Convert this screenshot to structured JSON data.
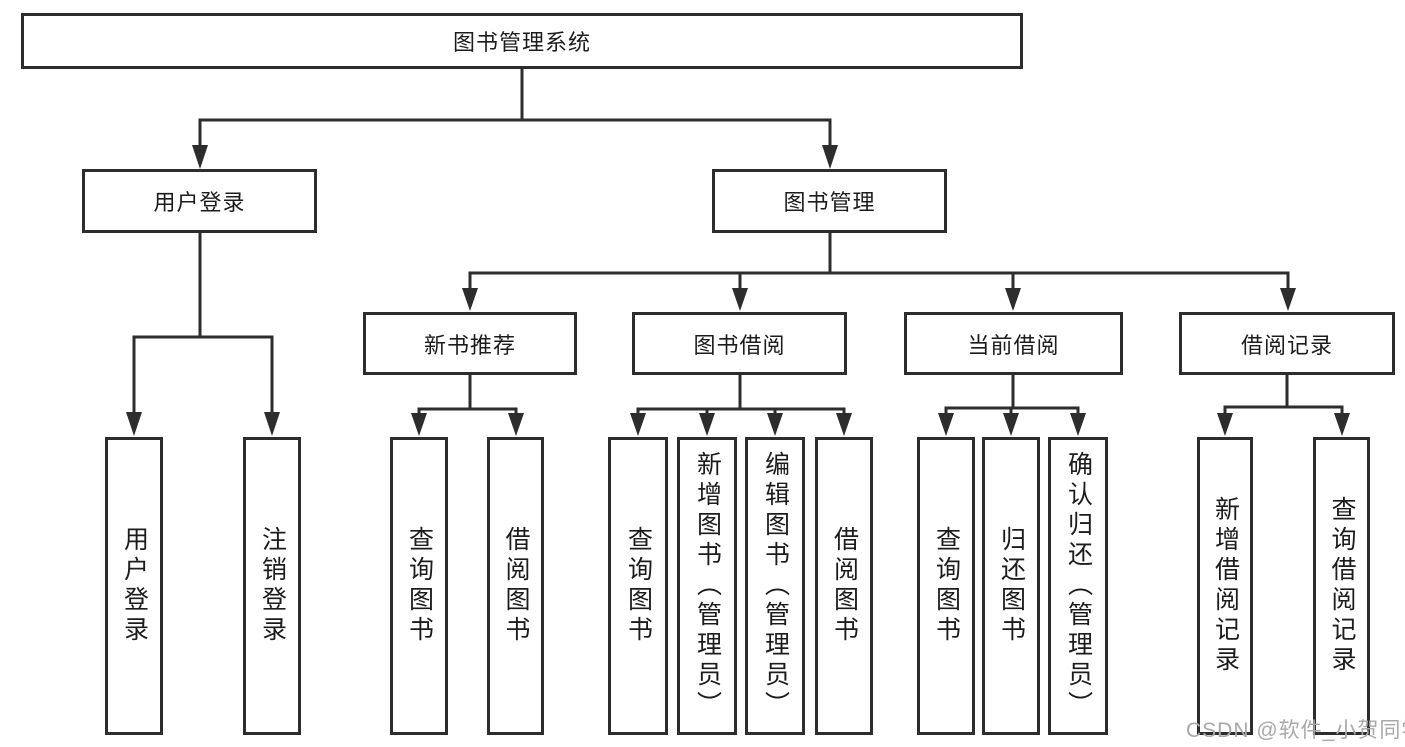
{
  "tree": {
    "root": {
      "label": "图书管理系统"
    },
    "branches": [
      {
        "label": "用户登录",
        "leaves": [
          {
            "label": "用户登录"
          },
          {
            "label": "注销登录"
          }
        ]
      },
      {
        "label": "图书管理",
        "groups": [
          {
            "label": "新书推荐",
            "leaves": [
              {
                "label": "查询图书"
              },
              {
                "label": "借阅图书"
              }
            ]
          },
          {
            "label": "图书借阅",
            "leaves": [
              {
                "label": "查询图书"
              },
              {
                "label": "新增图书（管理员）"
              },
              {
                "label": "编辑图书（管理员）"
              },
              {
                "label": "借阅图书"
              }
            ]
          },
          {
            "label": "当前借阅",
            "leaves": [
              {
                "label": "查询图书"
              },
              {
                "label": "归还图书"
              },
              {
                "label": "确认归还（管理员）"
              }
            ]
          },
          {
            "label": "借阅记录",
            "leaves": [
              {
                "label": "新增借阅记录"
              },
              {
                "label": "查询借阅记录"
              }
            ]
          }
        ]
      }
    ]
  },
  "watermark": "CSDN @软件_小贺同学",
  "colors": {
    "line": "#2d2d2d",
    "text": "#1c1c1c",
    "watermark": "#a9a9a9",
    "background": "#ffffff"
  }
}
